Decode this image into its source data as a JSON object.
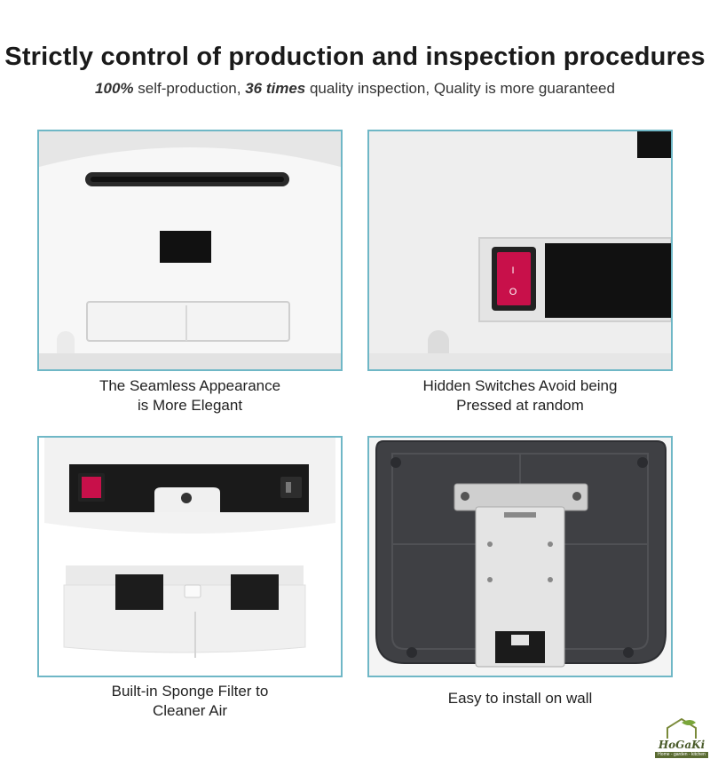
{
  "header": {
    "title": "Strictly control of production and inspection procedures",
    "subtitle_parts": [
      "100%",
      " self-production, ",
      "36 times",
      " quality inspection, Quality is more guaranteed"
    ]
  },
  "features": [
    {
      "caption_line1": "The Seamless Appearance",
      "caption_line2": "is More Elegant"
    },
    {
      "caption_line1": "Hidden Switches Avoid being",
      "caption_line2": "Pressed at random"
    },
    {
      "caption_line1": "Built-in Sponge Filter to",
      "caption_line2": "Cleaner Air"
    },
    {
      "caption_line1": "Easy to install on wall"
    }
  ],
  "switch_marks": {
    "on": "I",
    "off": "O"
  },
  "brand": {
    "name": "HoGaKi",
    "tagline": "Home - garden - kitchen"
  },
  "colors": {
    "panel_border": "#6fb7c6",
    "switch_red": "#c8104a",
    "device_gray": "#3f4044"
  }
}
